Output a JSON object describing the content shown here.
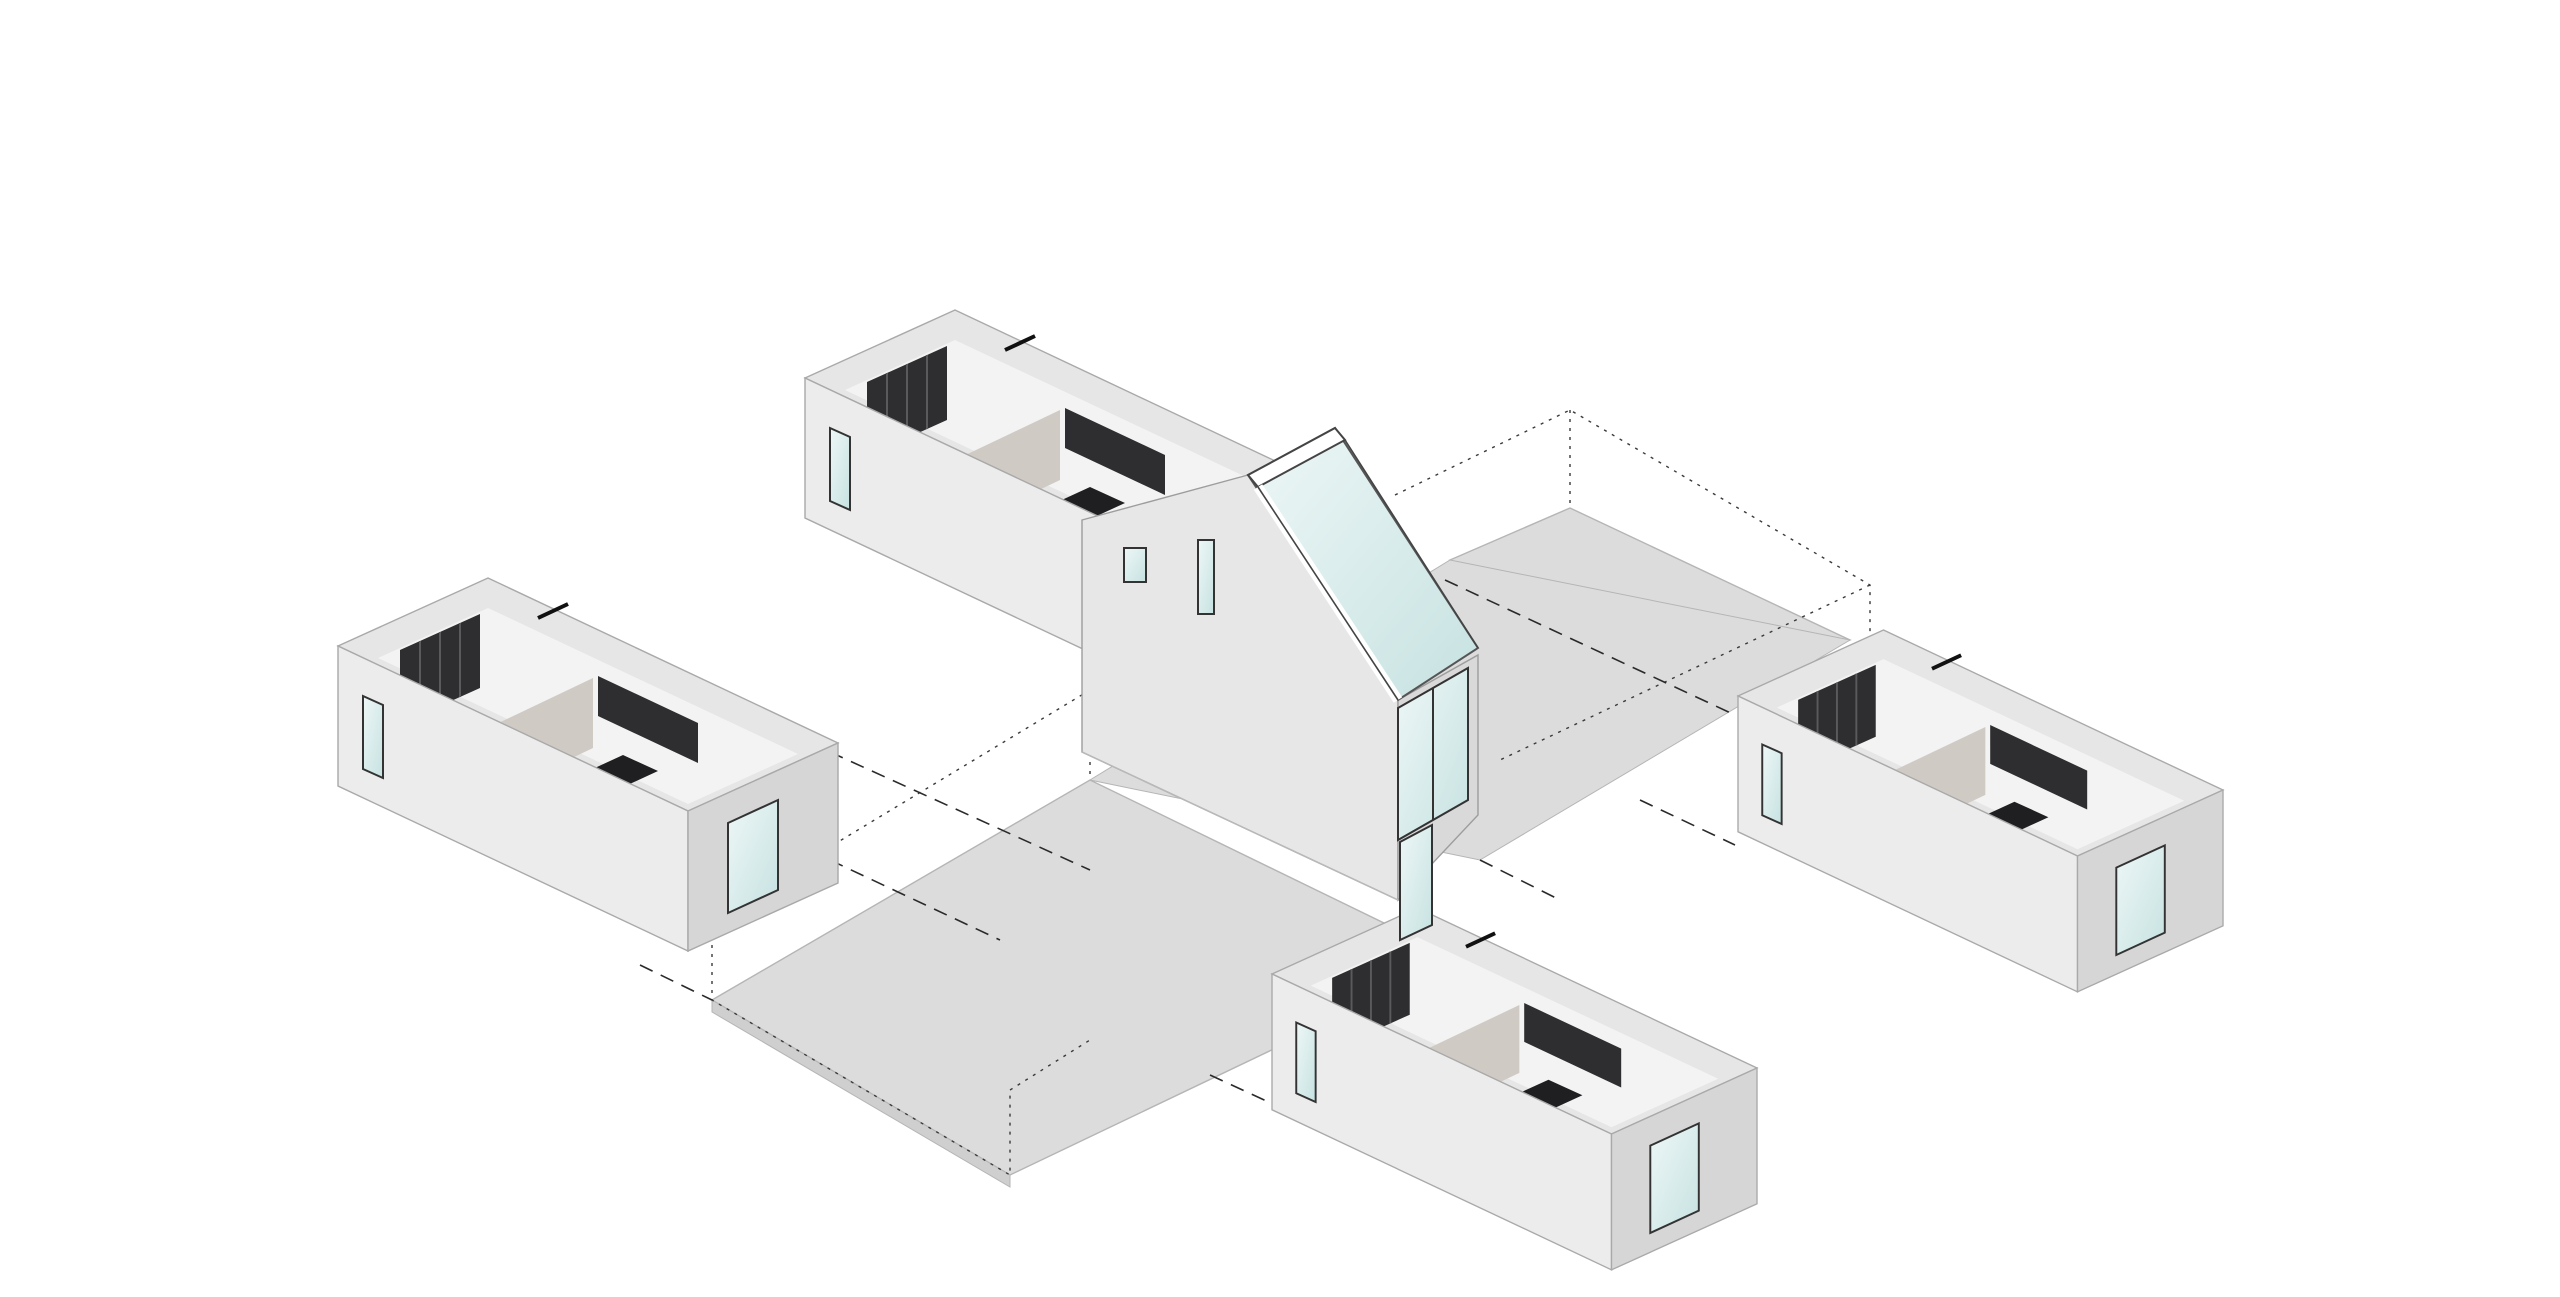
{
  "diagram": {
    "kind": "exploded isometric house",
    "colors": {
      "background": "#ffffff",
      "floor_plate": "#dcdcdc",
      "plate_side": "#cfcfcf",
      "wall_light": "#ececec",
      "wall_mid": "#e2e2e2",
      "wall_shade": "#d3d3d3",
      "cabinet_dark": "#2e2e30",
      "partition_beige": "#cfcac4",
      "glass": "#cfe7e6",
      "outline": "#9d9d9d"
    },
    "modules": [
      {
        "id": "module-top-left",
        "type": "room-box"
      },
      {
        "id": "module-left",
        "type": "room-box"
      },
      {
        "id": "module-right",
        "type": "room-box"
      },
      {
        "id": "module-bottom",
        "type": "room-box"
      }
    ],
    "core": {
      "type": "gabled-tower",
      "glazed_roof": true
    }
  }
}
